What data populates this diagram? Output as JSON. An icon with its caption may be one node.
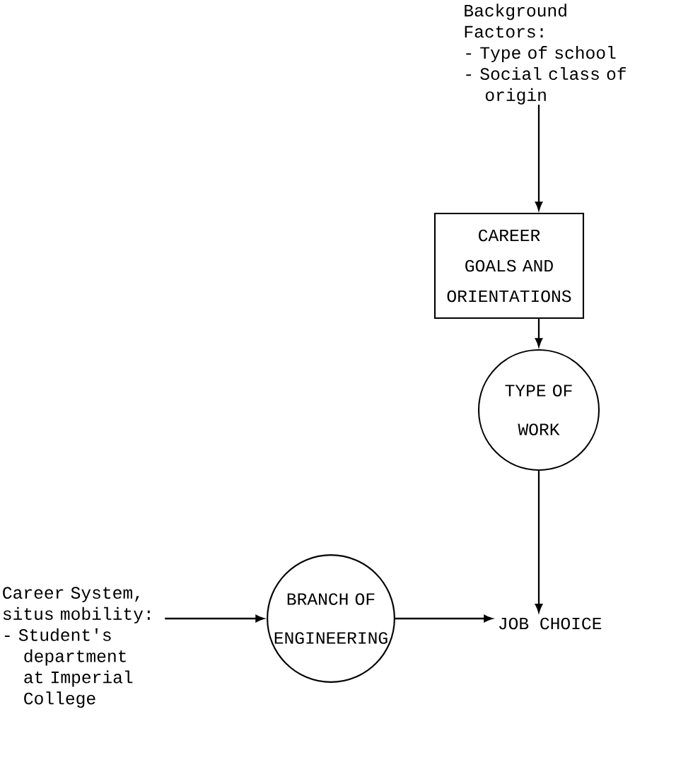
{
  "diagram": {
    "nodes": [
      {
        "text": [
          "Background Factors:",
          "- Type of school",
          "- Social class of origin"
        ]
      },
      {
        "text": [
          "CAREER GOALS AND ORIENTATIONS"
        ]
      },
      {
        "text": [
          "TYPE OF WORK"
        ]
      },
      {
        "text": [
          "JOB CHOICE"
        ]
      },
      {
        "text": [
          "Career System, situs mobility:",
          "- Student's department at Imperial College"
        ]
      },
      {
        "text": [
          "BRANCH OF ENGINEERING"
        ]
      }
    ],
    "edges": [
      {
        "from": 0,
        "to": 1,
        "arrow": "to"
      },
      {
        "from": 1,
        "to": 2,
        "arrow": "to"
      },
      {
        "from": 2,
        "to": 3,
        "arrow": "to"
      },
      {
        "from": 4,
        "to": 5,
        "arrow": "to"
      },
      {
        "from": 5,
        "to": 3,
        "arrow": "to"
      }
    ]
  }
}
